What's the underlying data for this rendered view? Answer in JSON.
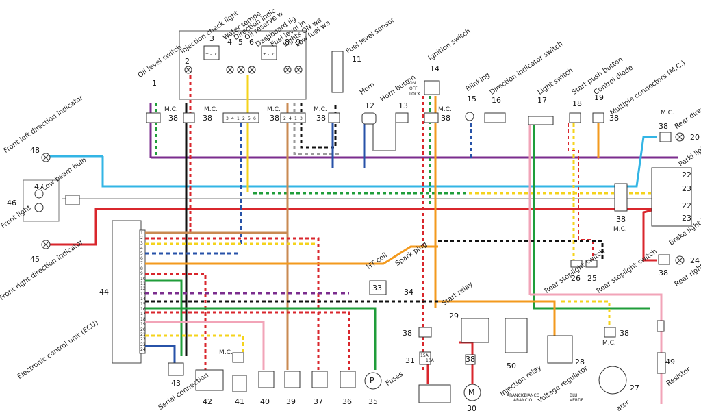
{
  "labels": {
    "injection_check_light": "Injection check light",
    "water_temp": "Water tempe",
    "direction_indic": "Direction indic",
    "oil_reserve": "Oil reserve w",
    "dashboard_light": "Dashboard lig",
    "fuel_level_ind": "Fuel level in",
    "lights_on": "Lights ON wa",
    "low_fuel": "Low fuel wa",
    "oil_level_switch": "Oil level switch",
    "fuel_level_sensor": "Fuel level sensor",
    "horn": "Horn",
    "horn_button": "Horn button",
    "ignition_switch": "Ignition switch",
    "blinking": "Blinking",
    "direction_indicator_switch": "Direction indicator switch",
    "light_switch": "Light switch",
    "start_push_button": "Start push button",
    "control_diode": "Control diode",
    "multiple_connectors": "Multiple connectors (M.C.)",
    "rear_direction_indicator": "Rear direction indi",
    "parking_light": "Parki light",
    "brake_light_bulb": "Brake light bulb",
    "rear_right_direction": "Rear right direction",
    "rear_stoplight_switch_1": "Rear stoplight switch",
    "rear_stoplight_switch_2": "Rear stoplight switch",
    "front_left_direction_indicator": "Front left direction indicator",
    "low_beam_bulb": "Low beam bulb",
    "front_light": "Front light",
    "front_right_direction_indicator": "Front right direction indicator",
    "ecu": "Electronic control unit (ECU)",
    "ht_coil": "HT coil",
    "spark_plug": "Spark plug",
    "start_relay": "Start relay",
    "fuses": "Fuses",
    "injection_relay": "Injection relay",
    "voltage_regulator": "Voltage regulator",
    "resistor": "Resistor",
    "serial_connection": "Serial connection",
    "generator": "ator",
    "on": "ON",
    "off": "OFF",
    "lock": "LOCK",
    "mc": "M.C.",
    "fuse_15a": "15A",
    "fuse_10a": "10A",
    "pump": "P",
    "motor": "M",
    "color_arancio": "ARANCIO",
    "color_bianco": "BIANCO",
    "color_blu": "BLU",
    "color_arancio2": "ARANCIO",
    "color_verde": "VERDE",
    "pin_plus": "+",
    "pin_minus": "-",
    "pin_c": "c"
  },
  "numbers": [
    "1",
    "2",
    "3",
    "4",
    "5",
    "6",
    "7",
    "8",
    "9",
    "11",
    "12",
    "13",
    "14",
    "15",
    "16",
    "17",
    "18",
    "19",
    "20",
    "22",
    "23",
    "22",
    "23",
    "24",
    "25",
    "26",
    "27",
    "28",
    "29",
    "30",
    "31",
    "33",
    "34",
    "35",
    "36",
    "37",
    "38",
    "39",
    "40",
    "41",
    "42",
    "43",
    "44",
    "45",
    "46",
    "47",
    "48",
    "49",
    "50"
  ],
  "connector_38": "38",
  "pins_a": [
    "3",
    "4",
    "1",
    "2",
    "5",
    "6"
  ],
  "pins_b": [
    "2",
    "4",
    "1",
    "3"
  ],
  "ecu_pins": [
    "1",
    "2",
    "3",
    "4",
    "5",
    "6",
    "7",
    "8",
    "9",
    "10",
    "11",
    "12",
    "13",
    "14",
    "15",
    "16",
    "17",
    "18",
    "19",
    "20",
    "21",
    "22",
    "23",
    "24"
  ],
  "colors": {
    "purple": "#7b2d8e",
    "cyan": "#33b5e5",
    "red": "#d9262c",
    "green": "#1f9d3a",
    "yellow": "#f5d31b",
    "blue": "#2752a8",
    "black": "#111111",
    "orange": "#f39a1e",
    "brown": "#c98a52",
    "pink": "#f2a4b8",
    "grey": "#9a9a9a"
  }
}
